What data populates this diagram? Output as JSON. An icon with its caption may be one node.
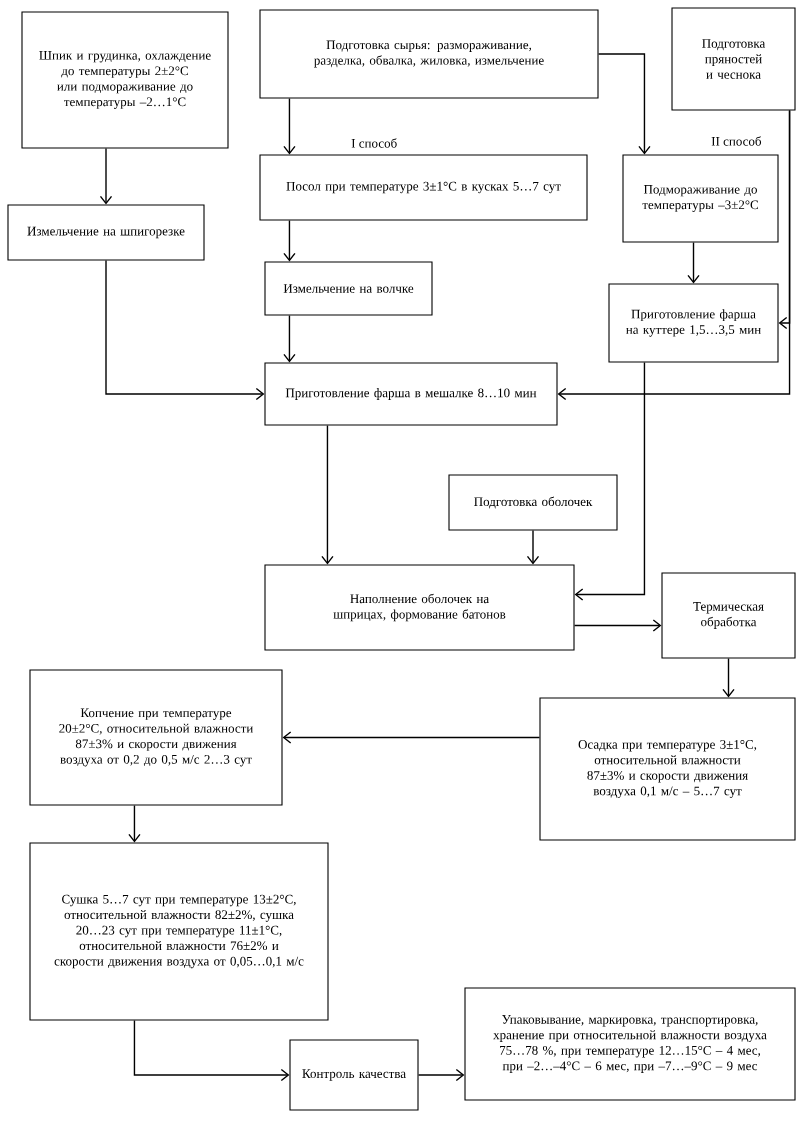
{
  "diagram": {
    "nodes": [
      {
        "text": [
          "Шпик и грудинка, охлаждение до температуры 2±2°С или подмораживание до температуры –2…1°С"
        ]
      },
      {
        "text": [
          "Подготовка сырья: размораживание, разделка, обвалка, жиловка, измельчение"
        ]
      },
      {
        "text": [
          "Подготовка пряностей и чеснока"
        ]
      },
      {
        "text": [
          "Посол при температуре 3±1°С в кусках 5…7 сут"
        ],
        "beside": [
          "I способ"
        ]
      },
      {
        "text": [
          "Подмораживание до температуры –3±2°С"
        ],
        "beside": [
          "II способ"
        ]
      },
      {
        "text": [
          "Измельчение на шпигорезке"
        ]
      },
      {
        "text": [
          "Измельчение на волчке"
        ]
      },
      {
        "text": [
          "Приготовление фарша на куттере 1,5…3,5 мин"
        ]
      },
      {
        "text": [
          "Приготовление фарша в мешалке 8…10 мин"
        ]
      },
      {
        "text": [
          "Подготовка оболочек"
        ]
      },
      {
        "text": [
          "Наполнение оболочек на шприцах, формование батонов"
        ]
      },
      {
        "text": [
          "Термическая обработка"
        ]
      },
      {
        "text": [
          "Копчение при температуре 20±2°С, относительной влажности 87±3% и скорости движения воздуха от 0,2 до 0,5 м/с 2…3 сут"
        ]
      },
      {
        "text": [
          "Осадка при температуре 3±1°С, относительной влажности 87±3% и скорости движения воздуха 0,1 м/с – 5…7 сут"
        ]
      },
      {
        "text": [
          "Сушка 5…7 сут при температуре 13±2°С, относительной влажности 82±2%, сушка 20…23 сут при температуре 11±1°С, относительной влажности 76±2% и скорости движения воздуха от 0,05…0,1 м/с"
        ]
      },
      {
        "text": [
          "Контроль качества"
        ]
      },
      {
        "text": [
          "Упаковывание, маркировка, транспортировка, хранение при относительной влажности воздуха 75…78 %, при температуре 12…15°С – 4 мес, при –2…–4°С – 6 мес, при –7…–9°С – 9 мес"
        ]
      }
    ],
    "edges": [
      {
        "from": 0,
        "to": 5,
        "arrow": "to"
      },
      {
        "from": 1,
        "to": 3,
        "arrow": "to"
      },
      {
        "from": 1,
        "to": 4,
        "arrow": "to"
      },
      {
        "from": 2,
        "to": 7,
        "arrow": "to"
      },
      {
        "from": 2,
        "to": 8,
        "arrow": "to"
      },
      {
        "from": 3,
        "to": 6,
        "arrow": "to"
      },
      {
        "from": 6,
        "to": 8,
        "arrow": "to"
      },
      {
        "from": 5,
        "to": 8,
        "arrow": "to"
      },
      {
        "from": 4,
        "to": 7,
        "arrow": "to"
      },
      {
        "from": 7,
        "to": 10,
        "arrow": "to"
      },
      {
        "from": 8,
        "to": 10,
        "arrow": "to"
      },
      {
        "from": 9,
        "to": 10,
        "arrow": "to"
      },
      {
        "from": 10,
        "to": 11,
        "arrow": "to"
      },
      {
        "from": 11,
        "to": 13,
        "arrow": "to"
      },
      {
        "from": 13,
        "to": 12,
        "arrow": "to"
      },
      {
        "from": 12,
        "to": 14,
        "arrow": "to"
      },
      {
        "from": 14,
        "to": 15,
        "arrow": "to"
      },
      {
        "from": 15,
        "to": 16,
        "arrow": "to"
      }
    ]
  }
}
